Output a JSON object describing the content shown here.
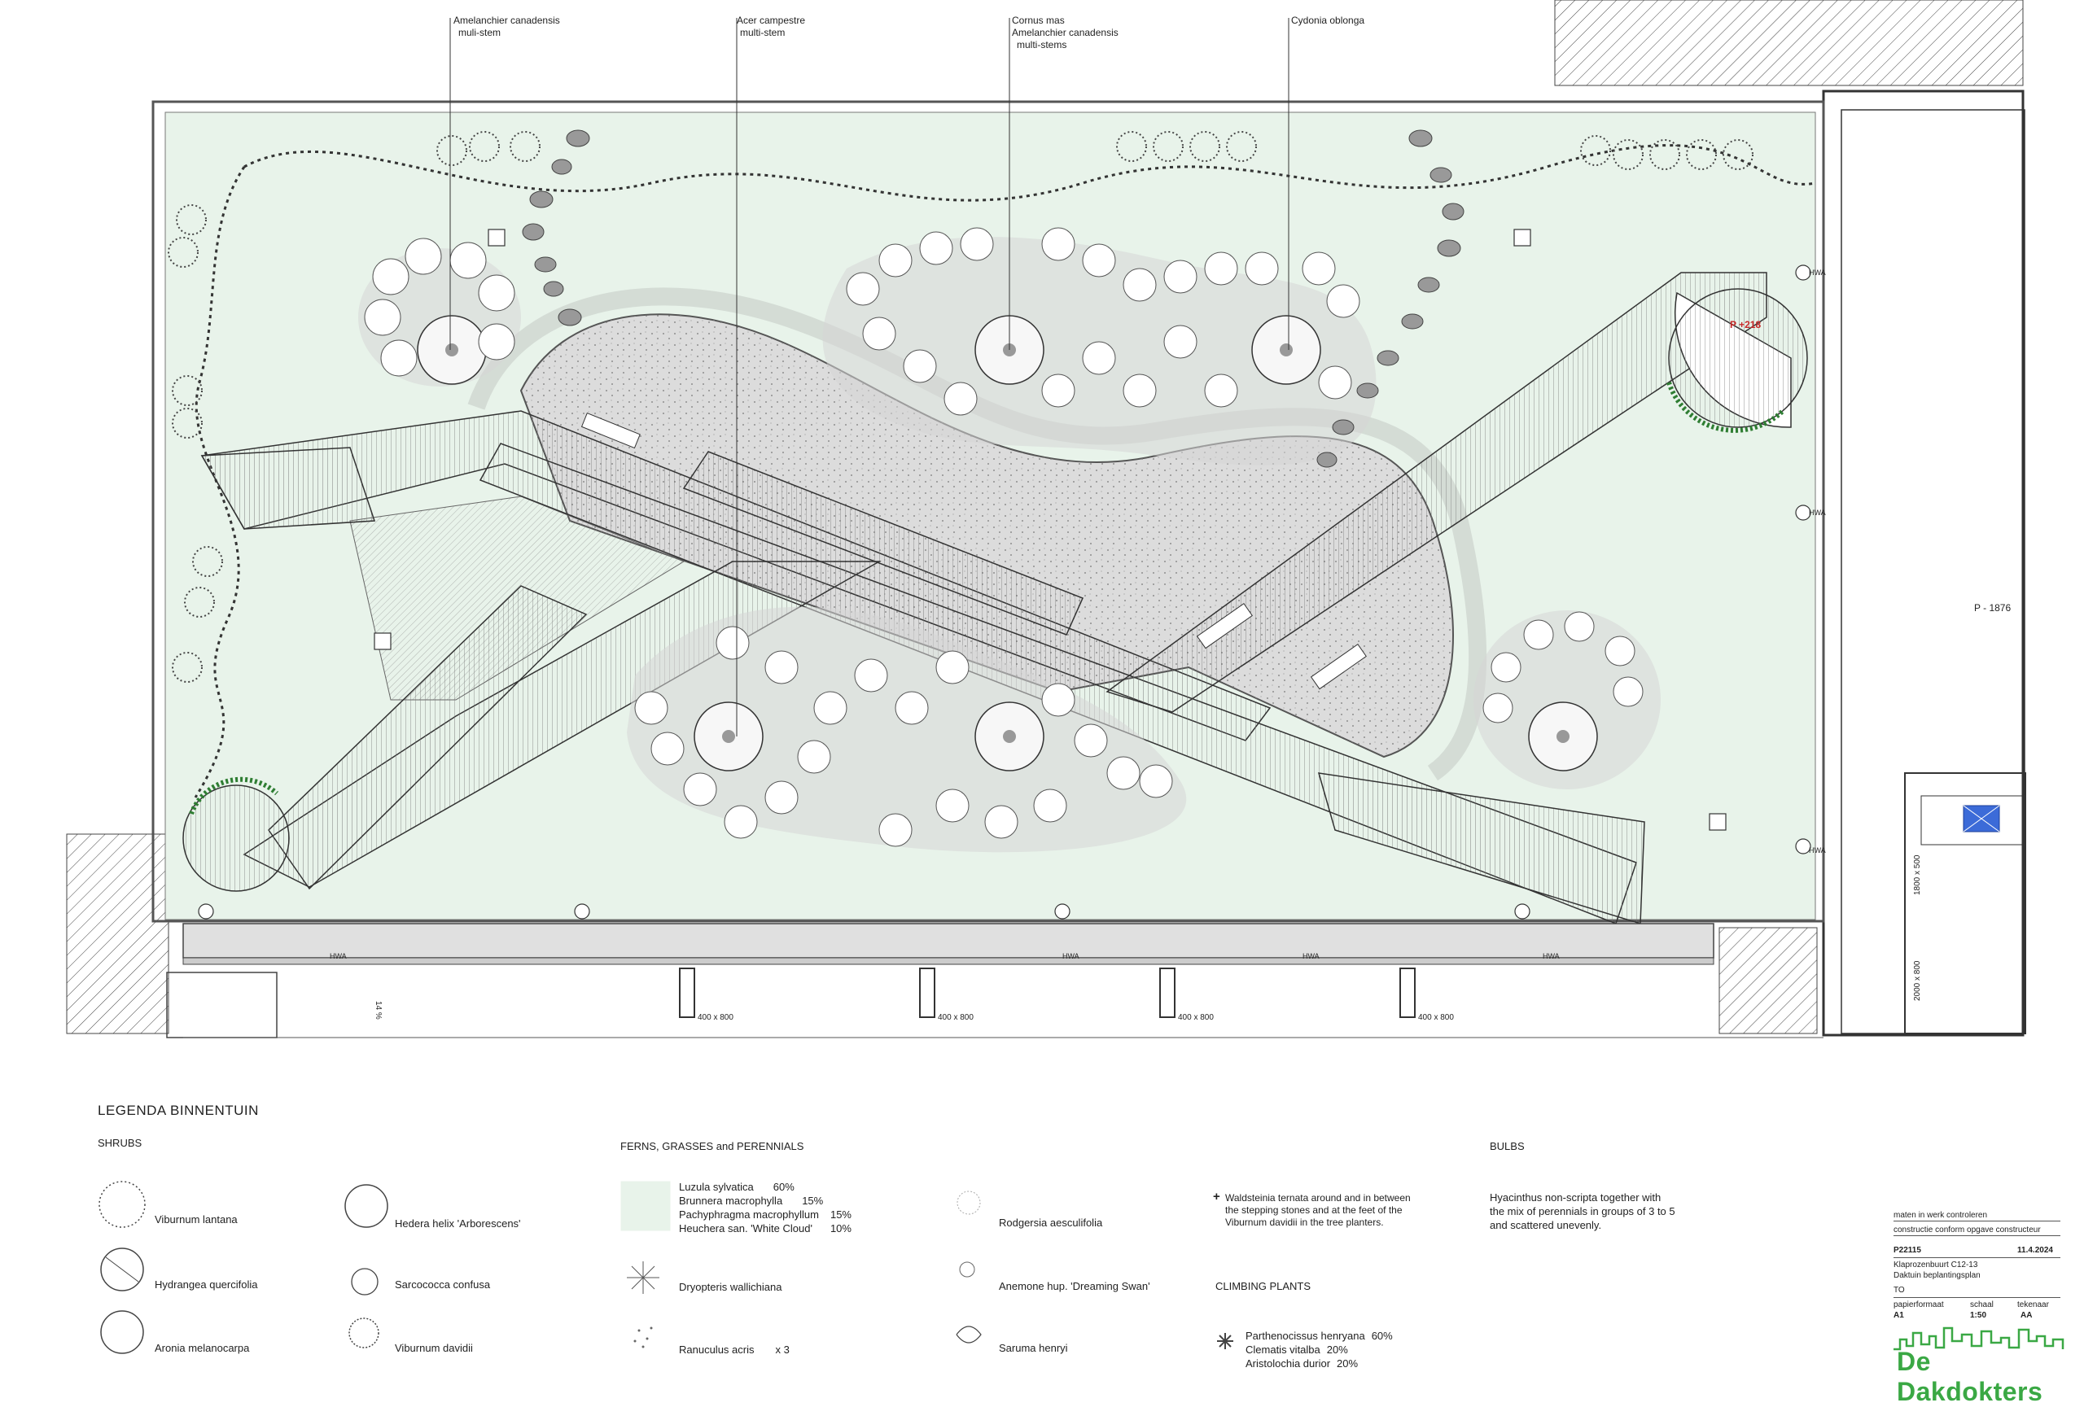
{
  "plan": {
    "callouts": [
      {
        "lines": [
          "Amelanchier canadensis",
          "muli-stem"
        ]
      },
      {
        "lines": [
          "Acer campestre",
          "multi-stem"
        ]
      },
      {
        "lines": [
          "Cornus mas",
          "Amelanchier canadensis",
          "multi-stems"
        ]
      },
      {
        "lines": [
          "Cydonia oblonga"
        ]
      }
    ],
    "hwa_label": "HWA",
    "level_red": "P +218",
    "level_right": "P - 1876",
    "column_label": "400 x 800",
    "dim_a": "1800 x 500",
    "dim_b": "2000 x 800",
    "side_note": "14 %"
  },
  "legend": {
    "title": "LEGENDA BINNENTUIN",
    "sections": {
      "shrubs": "SHRUBS",
      "ferns": "FERNS, GRASSES and PERENNIALS",
      "bulbs": "BULBS",
      "climbing": "CLIMBING PLANTS"
    },
    "shrubs": [
      "Viburnum lantana",
      "Hydrangea quercifolia",
      "Aronia melanocarpa",
      "Hedera helix 'Arborescens'",
      "Sarcococca confusa",
      "Viburnum davidii"
    ],
    "mix": [
      {
        "name": "Luzula sylvatica",
        "pct": "60%"
      },
      {
        "name": "Brunnera macrophylla",
        "pct": "15%"
      },
      {
        "name": "Pachyphragma macrophyllum",
        "pct": "15%"
      },
      {
        "name": "Heuchera san. 'White Cloud'",
        "pct": "10%"
      }
    ],
    "ferns": {
      "dryopteris": "Dryopteris wallichiana",
      "ranunculus": "Ranuculus acris",
      "ranunculus_mult": "x 3",
      "rodgersia": "Rodgersia aesculifolia",
      "anemone": "Anemone hup. 'Dreaming Swan'",
      "saruma": "Saruma henryi"
    },
    "waldsteinia": "Waldsteinia ternata around and in between the stepping stones and at the feet of the Viburnum davidii in the tree planters.",
    "waldsteinia_mark": "+",
    "bulbs_text": "Hyacinthus non-scripta together with the mix of perennials in groups of 3 to 5 and scattered unevenly.",
    "climbing": [
      {
        "name": "Parthenocissus henryana",
        "pct": "60%"
      },
      {
        "name": "Clematis vitalba",
        "pct": "20%"
      },
      {
        "name": "Aristolochia durior",
        "pct": "20%"
      }
    ]
  },
  "titleblock": {
    "note1": "maten in werk controleren",
    "note2": "constructie conform opgave constructeur",
    "project_no": "P22115",
    "date": "11.4.2024",
    "project_name": "Klaprozenbuurt C12-13",
    "drawing_name": "Daktuin beplantingsplan",
    "phase": "TO",
    "labels": {
      "format": "papierformaat",
      "scale": "schaal",
      "drawer": "tekenaar"
    },
    "values": {
      "format": "A1",
      "scale": "1:50",
      "drawer": "AA"
    },
    "company": "De Dakdokters"
  },
  "colors": {
    "garden": "#e8f3ea",
    "paving": "#d9d9d9",
    "lines": "#333333",
    "accent_red": "#c62828",
    "brand_green": "#3aa844"
  }
}
